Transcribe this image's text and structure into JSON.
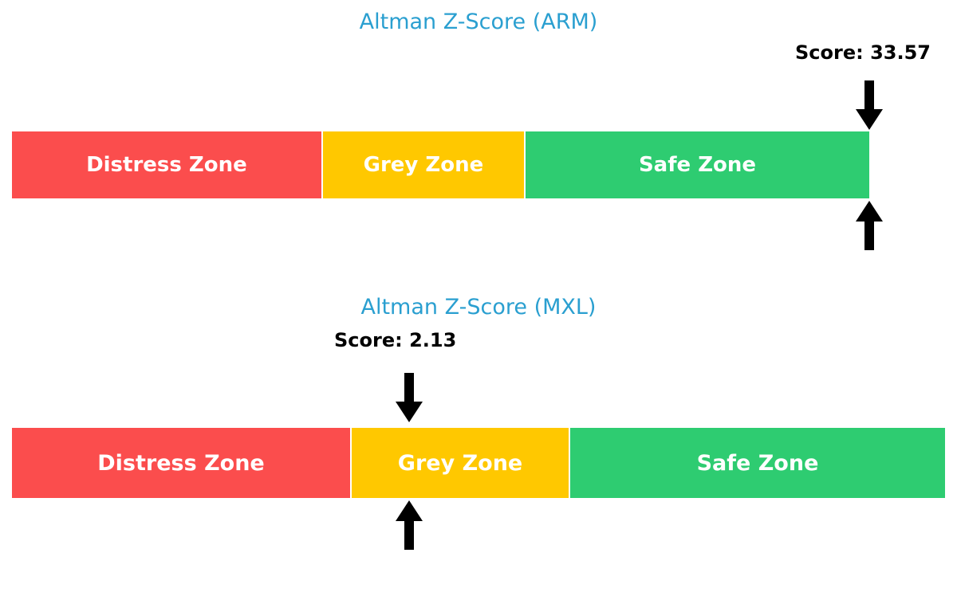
{
  "colors": {
    "background": "#ffffff",
    "title": "#2a9fd0",
    "score_text": "#000000",
    "distress": "#fb4d4d",
    "grey": "#ffc800",
    "safe": "#2ecc71",
    "zone_label": "#ffffff",
    "arrow": "#000000"
  },
  "charts": [
    {
      "title": "Altman Z-Score (ARM)",
      "score_label": "Score: 33.57",
      "score_value": 33.57,
      "zones": [
        {
          "label": "Distress Zone",
          "color": "#fb4d4d",
          "width_pct": 36.2
        },
        {
          "label": "Grey Zone",
          "color": "#ffc800",
          "width_pct": 23.6
        },
        {
          "label": "Safe Zone",
          "color": "#2ecc71",
          "width_pct": 40.2
        }
      ],
      "marker_position_pct": 100.0,
      "marker_zone": "Safe Zone",
      "arrow_down": "arrow-down-icon",
      "arrow_up": "arrow-up-icon"
    },
    {
      "title": "Altman Z-Score (MXL)",
      "score_label": "Score: 2.13",
      "score_value": 2.13,
      "zones": [
        {
          "label": "Distress Zone",
          "color": "#fb4d4d",
          "width_pct": 36.35
        },
        {
          "label": "Grey Zone",
          "color": "#ffc800",
          "width_pct": 23.38
        },
        {
          "label": "Safe Zone",
          "color": "#2ecc71",
          "width_pct": 40.27
        }
      ],
      "marker_position_pct": 42.5,
      "marker_zone": "Grey Zone",
      "arrow_down": "arrow-down-icon",
      "arrow_up": "arrow-up-icon"
    }
  ],
  "chart_data": {
    "type": "bar",
    "title": "Altman Z-Score zone indicators",
    "orientation": "horizontal-stacked",
    "grid": false,
    "legend": null,
    "xlabel": "",
    "ylabel": "",
    "panels": [
      {
        "title": "Altman Z-Score (ARM)",
        "categories": [
          "Distress Zone",
          "Grey Zone",
          "Safe Zone"
        ],
        "values": [
          36.2,
          23.6,
          40.2
        ],
        "colors": [
          "#fb4d4d",
          "#ffc800",
          "#2ecc71"
        ],
        "annotations": [
          {
            "text": "Score: 33.57",
            "value": 33.57,
            "position_pct": 100.0,
            "zone": "Safe Zone"
          }
        ]
      },
      {
        "title": "Altman Z-Score (MXL)",
        "categories": [
          "Distress Zone",
          "Grey Zone",
          "Safe Zone"
        ],
        "values": [
          36.35,
          23.38,
          40.27
        ],
        "colors": [
          "#fb4d4d",
          "#ffc800",
          "#2ecc71"
        ],
        "annotations": [
          {
            "text": "Score: 2.13",
            "value": 2.13,
            "position_pct": 42.5,
            "zone": "Grey Zone"
          }
        ]
      }
    ]
  }
}
